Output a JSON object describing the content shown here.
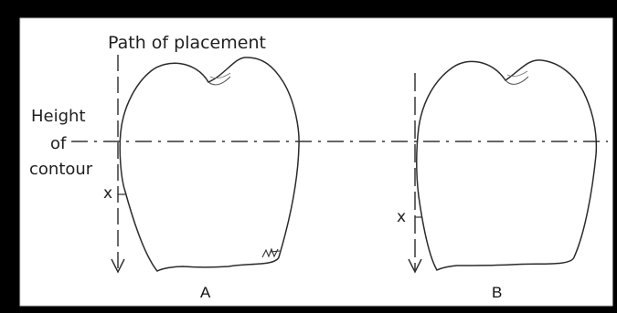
{
  "labels": {
    "path_of_placement": "Path of placement",
    "height_line1": "Height",
    "height_line2": "of",
    "height_line3": "contour",
    "mark_a": "x",
    "mark_b": "x",
    "figure_a": "A",
    "figure_b": "B"
  },
  "colors": {
    "background": "#ffffff",
    "frame": "#000000",
    "line": "#2b2b2b",
    "text": "#1f1f1f"
  }
}
